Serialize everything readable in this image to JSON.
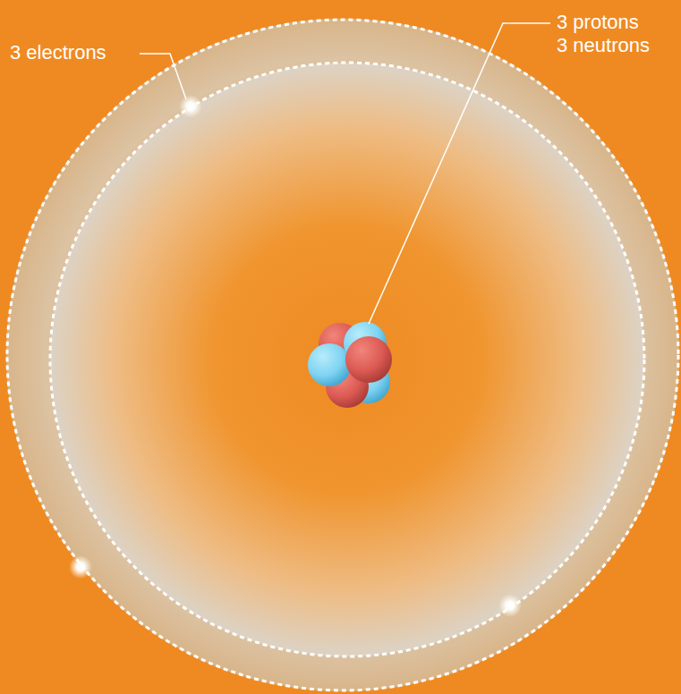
{
  "diagram": {
    "labels": [
      "3 electrons",
      "3 protons",
      "3 neutrons"
    ]
  }
}
